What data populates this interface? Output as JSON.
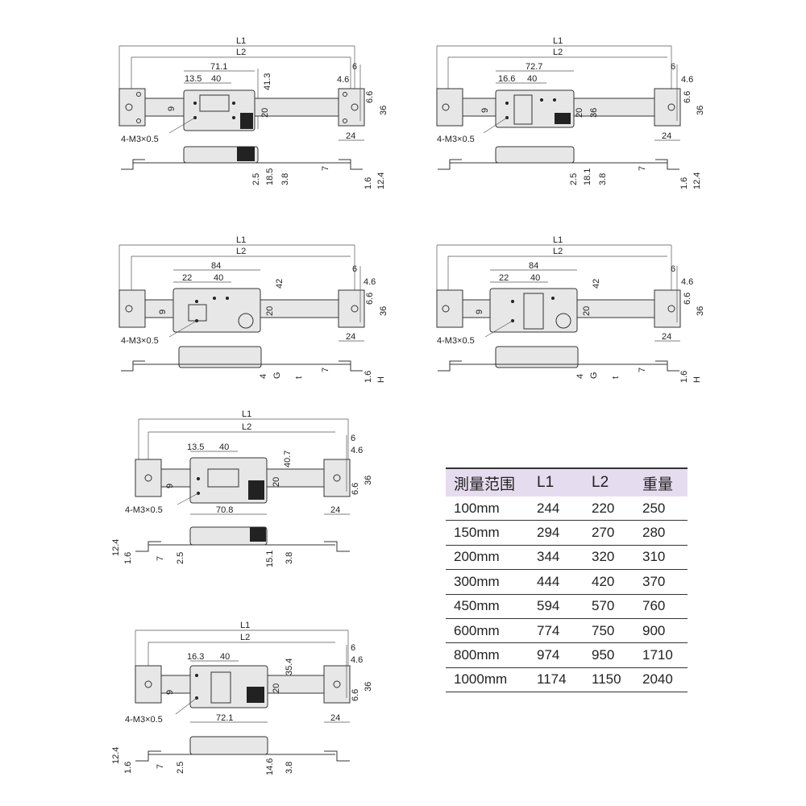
{
  "drawings": [
    {
      "L1": "L1",
      "L2": "L2",
      "w1": "71.1",
      "off": "13.5",
      "mid": "40",
      "h1": "41.3",
      "r6": "6",
      "r46": "4.6",
      "h9": "9",
      "h20": "20",
      "r66": "6.6",
      "r36": "36",
      "r24": "24",
      "thread": "4-M3×0.5",
      "side": [
        "2.5",
        "18.5",
        "3.8",
        "7",
        "1.6",
        "12.4"
      ]
    },
    {
      "L1": "L1",
      "L2": "L2",
      "w1": "72.7",
      "off": "16.6",
      "mid": "40",
      "h1": "36",
      "r6": "6",
      "r46": "4.6",
      "h9": "9",
      "h20": "20",
      "r66": "6.6",
      "r36": "36",
      "r24": "24",
      "thread": "4-M3×0.5",
      "side": [
        "2.5",
        "18.1",
        "3.8",
        "7",
        "1.6",
        "12.4"
      ]
    },
    {
      "L1": "L1",
      "L2": "L2",
      "w1": "84",
      "off": "22",
      "mid": "40",
      "h1": "42",
      "r6": "6",
      "r46": "4.6",
      "h9": "9",
      "h20": "20",
      "r66": "6.6",
      "r36": "36",
      "r24": "24",
      "thread": "4-M3×0.5",
      "side": [
        "4",
        "G",
        "t",
        "7",
        "1.6",
        "H"
      ]
    },
    {
      "L1": "L1",
      "L2": "L2",
      "w1": "84",
      "off": "22",
      "mid": "40",
      "h1": "42",
      "r6": "6",
      "r46": "4.6",
      "h9": "9",
      "h20": "20",
      "r66": "6.6",
      "r36": "36",
      "r24": "24",
      "thread": "4-M3×0.5",
      "side": [
        "4",
        "G",
        "t",
        "7",
        "1.6",
        "H"
      ]
    },
    {
      "L1": "L1",
      "L2": "L2",
      "w1": "70.8",
      "off": "13.5",
      "mid": "40",
      "h1": "40.7",
      "r6": "6",
      "r46": "4.6",
      "h9": "9",
      "h20": "20",
      "r66": "6.6",
      "r36": "36",
      "r24": "24",
      "thread": "4-M3×0.5",
      "side": [
        "12.4",
        "1.6",
        "7",
        "2.5",
        "15.1",
        "3.8"
      ]
    },
    {
      "L1": "L1",
      "L2": "L2",
      "w1": "72.1",
      "off": "16.3",
      "mid": "40",
      "h1": "35.4",
      "r6": "6",
      "r46": "4.6",
      "h9": "9",
      "h20": "20",
      "r66": "6.6",
      "r36": "36",
      "r24": "24",
      "thread": "4-M3×0.5",
      "side": [
        "12.4",
        "1.6",
        "7",
        "2.5",
        "14.6",
        "3.8"
      ]
    }
  ],
  "table": {
    "headers": [
      "測量范围",
      "L1",
      "L2",
      "重量"
    ],
    "rows": [
      [
        "100mm",
        "244",
        "220",
        "250"
      ],
      [
        "150mm",
        "294",
        "270",
        "280"
      ],
      [
        "200mm",
        "344",
        "320",
        "310"
      ],
      [
        "300mm",
        "444",
        "420",
        "370"
      ],
      [
        "450mm",
        "594",
        "570",
        "760"
      ],
      [
        "600mm",
        "774",
        "750",
        "900"
      ],
      [
        "800mm",
        "974",
        "950",
        "1710"
      ],
      [
        "1000mm",
        "1174",
        "1150",
        "2040"
      ]
    ]
  }
}
